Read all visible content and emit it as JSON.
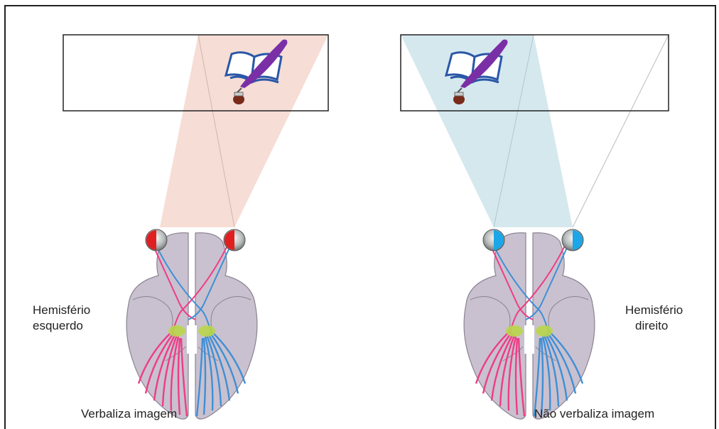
{
  "left": {
    "hemisphere_line1": "Hemisfério",
    "hemisphere_line2": "esquerdo",
    "caption": "Verbaliza imagem",
    "field_color": "#f6ddd5",
    "eye_color": "#e02020",
    "icon": "book-quill-icon"
  },
  "right": {
    "hemisphere_line1": "Hemisfério",
    "hemisphere_line2": "direito",
    "caption": "Não verbaliza imagem",
    "field_color": "#d5e8ee",
    "eye_color": "#1aa6e8",
    "icon": "book-quill-icon"
  },
  "colors": {
    "brain": "#c9c1cf",
    "brain_outline": "#8a8390",
    "pink_fibers": "#ee3d86",
    "blue_fibers": "#3f8fd6",
    "nucleus": "#b9d64a"
  }
}
